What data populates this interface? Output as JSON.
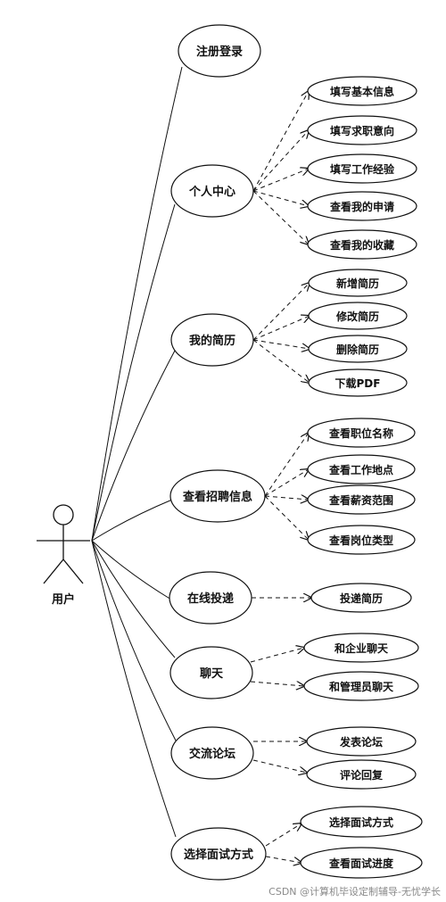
{
  "actor": {
    "label": "用户"
  },
  "use_cases": [
    {
      "id": "uc1",
      "label": "注册登录",
      "includes": []
    },
    {
      "id": "uc2",
      "label": "个人中心",
      "includes": [
        "填写基本信息",
        "填写求职意向",
        "填写工作经验",
        "查看我的申请",
        "查看我的收藏"
      ]
    },
    {
      "id": "uc3",
      "label": "我的简历",
      "includes": [
        "新增简历",
        "修改简历",
        "删除简历",
        "下载PDF"
      ]
    },
    {
      "id": "uc4",
      "label": "查看招聘信息",
      "includes": [
        "查看职位名称",
        "查看工作地点",
        "查看薪资范围",
        "查看岗位类型"
      ]
    },
    {
      "id": "uc5",
      "label": "在线投递",
      "includes": [
        "投递简历"
      ]
    },
    {
      "id": "uc6",
      "label": "聊天",
      "includes": [
        "和企业聊天",
        "和管理员聊天"
      ]
    },
    {
      "id": "uc7",
      "label": "交流论坛",
      "includes": [
        "发表论坛",
        "评论回复"
      ]
    },
    {
      "id": "uc8",
      "label": "选择面试方式",
      "includes": [
        "选择面试方式",
        "查看面试进度"
      ]
    }
  ],
  "watermark": "CSDN @计算机毕设定制辅导-无忧学长"
}
